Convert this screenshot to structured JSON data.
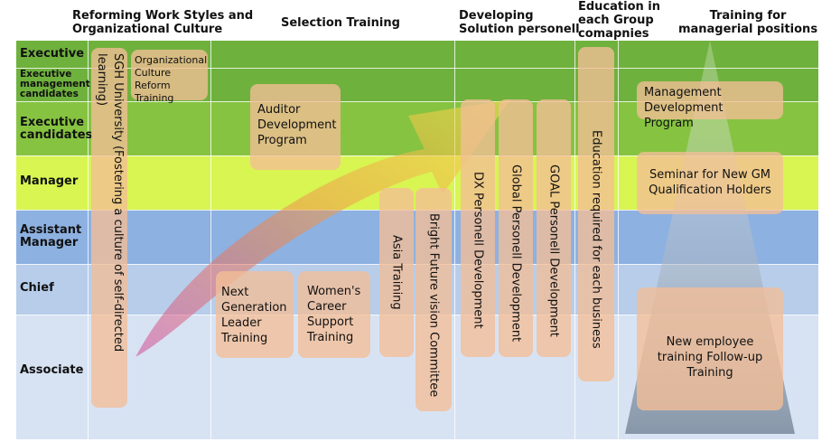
{
  "headers": {
    "reforming": "Reforming Work Styles and Organizational Culture",
    "selection": "Selection Training",
    "developing": "Developing Solution personell",
    "education": "Education in each Group comapnies",
    "training": "Training for managerial positions"
  },
  "rows": [
    {
      "label": "Executive"
    },
    {
      "label": "Executive management candidates"
    },
    {
      "label": "Executive candidates"
    },
    {
      "label": "Manager"
    },
    {
      "label": "Assistant Manager"
    },
    {
      "label": "Chief"
    },
    {
      "label": "Associate"
    }
  ],
  "boxes": {
    "sgh": "SGH University (Fostering a culture of self-directed learning)",
    "org_culture": "Organizational Culture Reform Training",
    "auditor": "Auditor Development Program",
    "next_gen": "Next Generation Leader Training",
    "womens": "Women's Career Support Training",
    "asia": "Asia Training",
    "bright": "Bright Future vision Committee",
    "dx": "DX Personell Development",
    "global": "Global Personell Development",
    "goal": "GOAL Personell Development",
    "education_req": "Education required for each business",
    "mgmt_dev": "Management Development Program",
    "seminar_gm": "Seminar for New GM Qualification Holders",
    "new_employee": "New employee training Follow-up Training"
  },
  "colors": {
    "executive": "#6fb13d",
    "exec_mgmt": "#6fb13d",
    "exec_cand": "#86c341",
    "manager": "#d8f552",
    "assistant": "#8db1e0",
    "chief": "#b7cdea",
    "associate": "#d7e3f3",
    "box": "#f4be96"
  }
}
